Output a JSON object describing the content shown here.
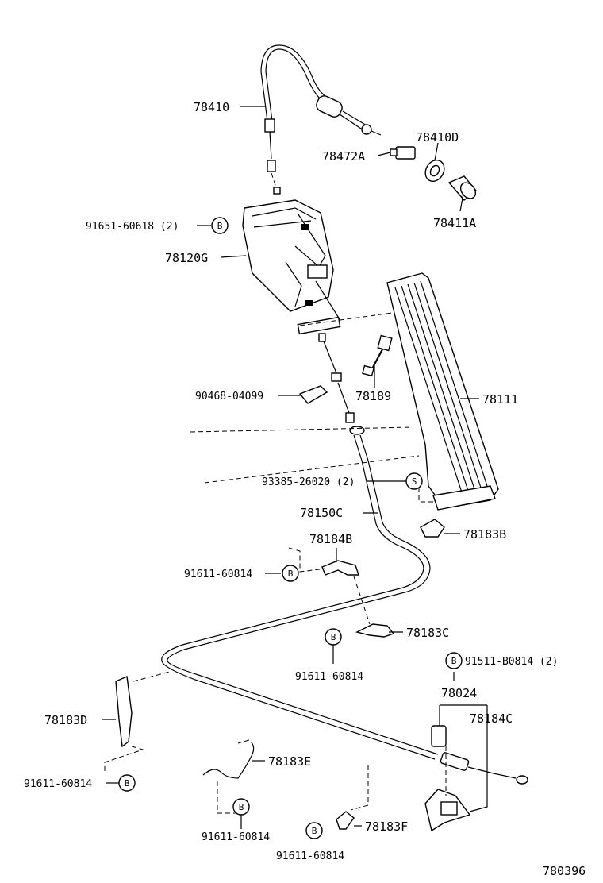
{
  "diagram_id": "780396",
  "labels": {
    "p78410": "78410",
    "p78472A": "78472A",
    "p78410D": "78410D",
    "p78411A": "78411A",
    "p91651_60618": "91651-60618 (2)",
    "p78120G": "78120G",
    "p90468_04099": "90468-04099",
    "p78189": "78189",
    "p78111": "78111",
    "p93385_26020": "93385-26020 (2)",
    "p78150C": "78150C",
    "p78184B": "78184B",
    "p78183B": "78183B",
    "p91611_a": "91611-60814",
    "p78183C": "78183C",
    "p91611_b": "91611-60814",
    "p91511_B0814": "91511-B0814 (2)",
    "p78024": "78024",
    "p78184C": "78184C",
    "p78183D": "78183D",
    "p91611_c": "91611-60814",
    "p78183E": "78183E",
    "p91611_d": "91611-60814",
    "p78183F": "78183F",
    "p91611_e": "91611-60814"
  },
  "symbols": {
    "bolt": "B",
    "standard": "S"
  }
}
